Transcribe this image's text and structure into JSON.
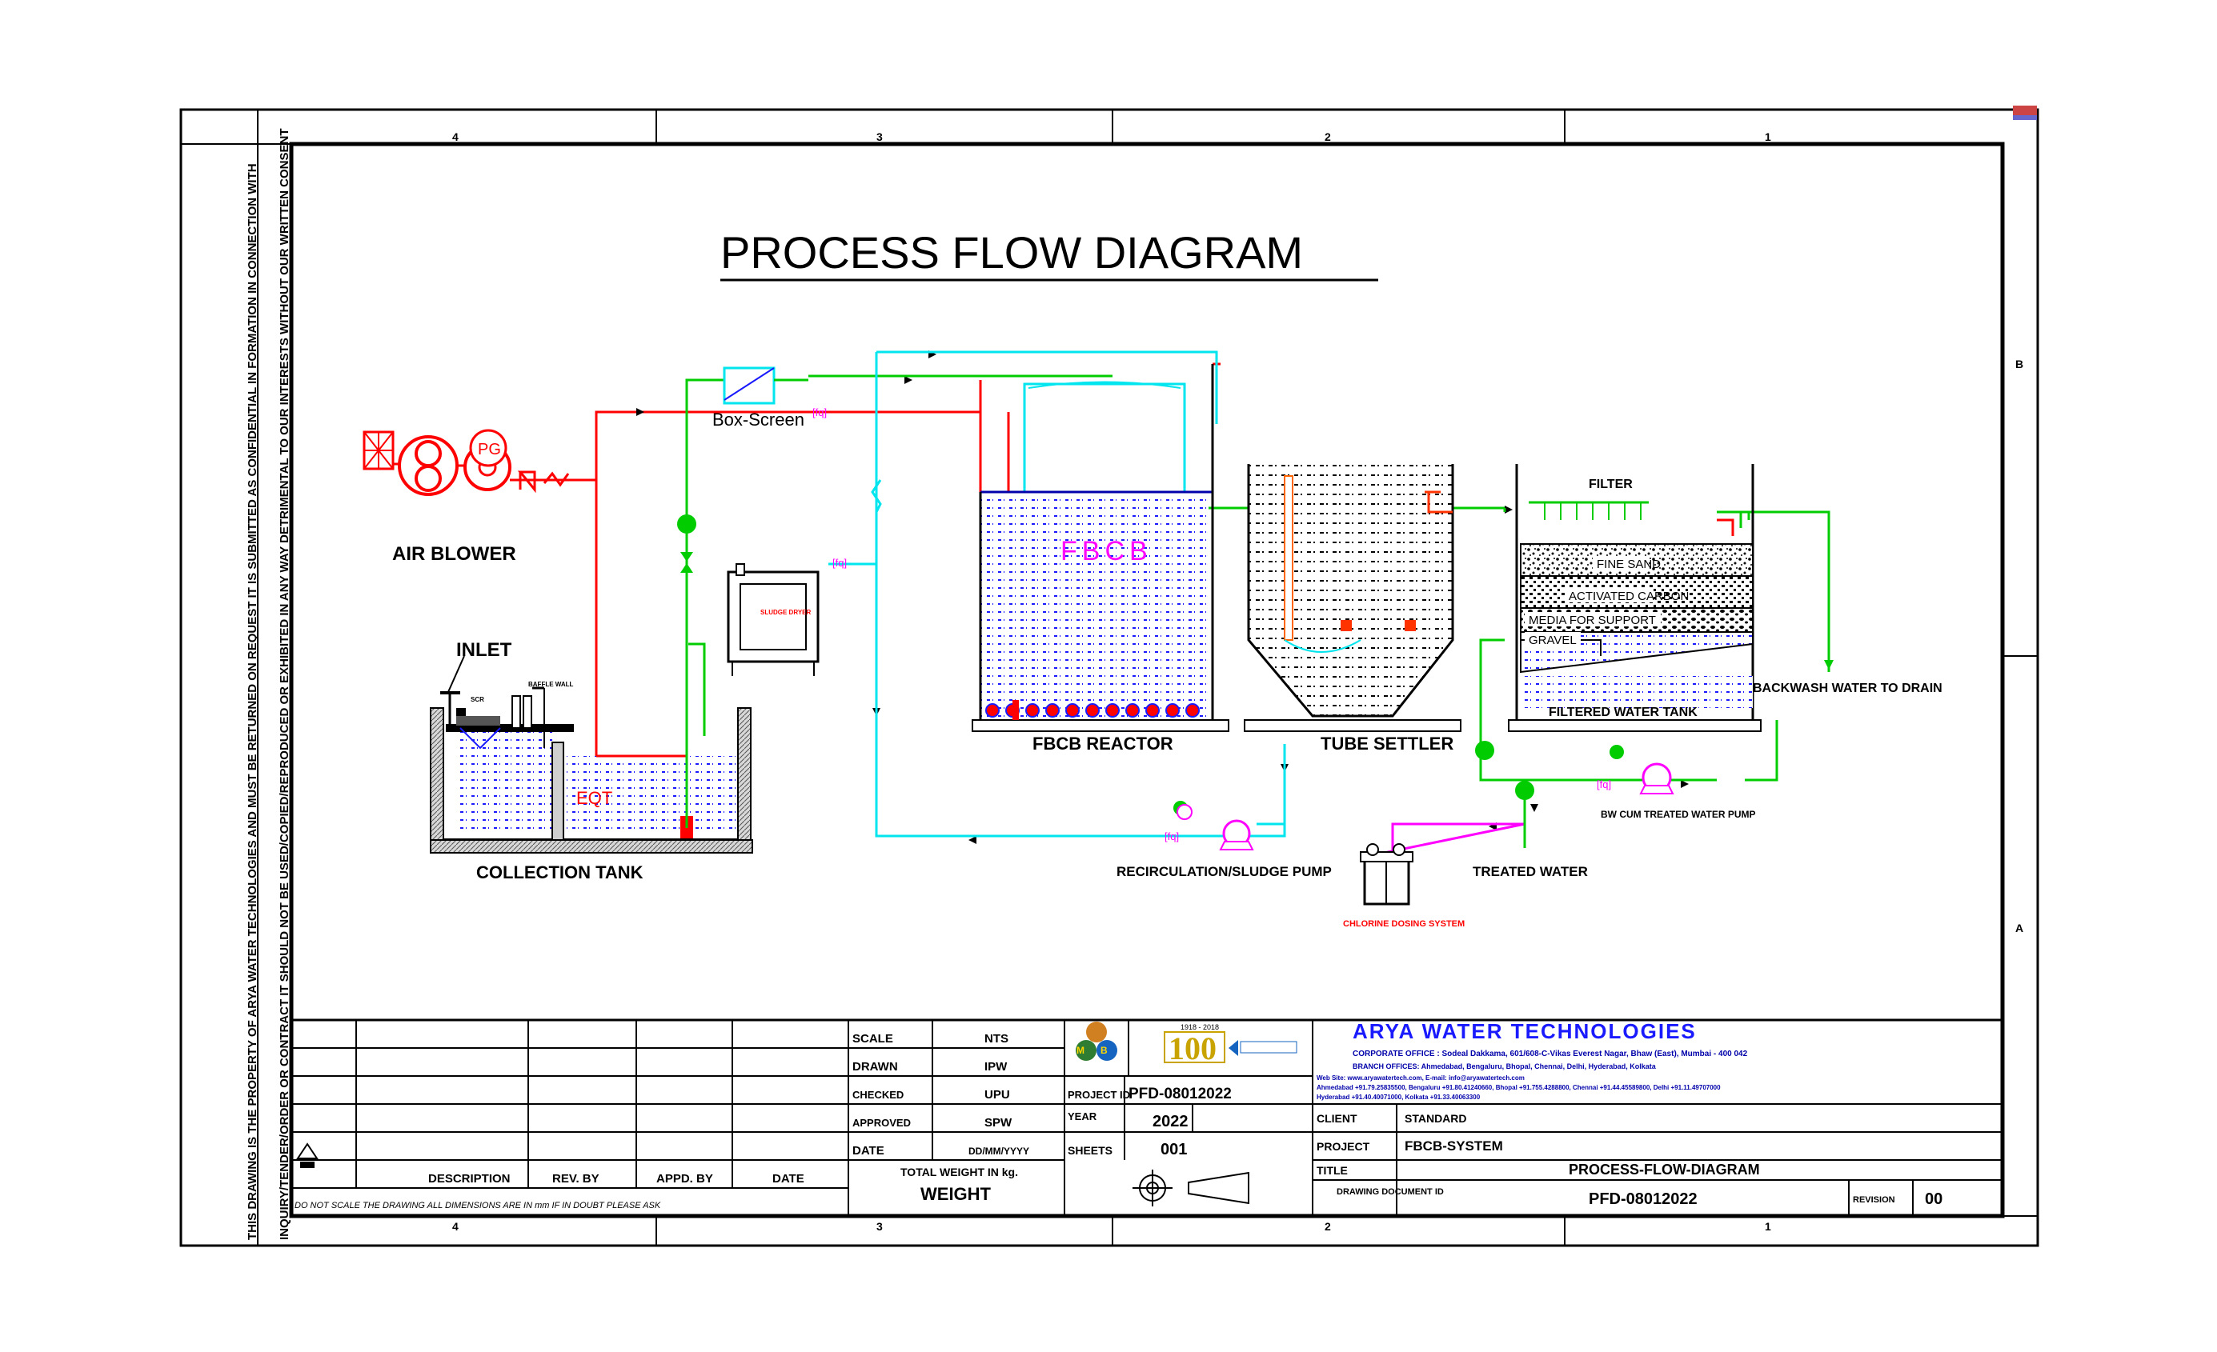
{
  "title": "PROCESS FLOW DIAGRAM",
  "border": {
    "zone_top": [
      "4",
      "3",
      "2",
      "1"
    ],
    "zone_bottom": [
      "4",
      "3",
      "2",
      "1"
    ],
    "zone_right": [
      "B",
      "A"
    ],
    "side_note_line1": "THIS DRAWING IS THE PROPERTY OF ARYA WATER TECHNOLOGIES AND MUST BE RETURNED ON REQUEST IT IS SUBMITTED AS CONFIDENTIAL IN FORMATION IN CONNECTION WITH",
    "side_note_line2": "INQUIRY/TENDER/ORDER OR CONTRACT IT SHOULD NOT BE USED/COPIED/REPRODUCED OR EXHIBITED IN ANY WAY DETRIMENTAL TO OUR INTERESTS WITHOUT OUR WRITTEN CONSENT"
  },
  "labels": {
    "air_blower": "AIR BLOWER",
    "pg": "PG",
    "box_screen": "Box-Screen",
    "inlet": "INLET",
    "collection_tank": "COLLECTION TANK",
    "eqt": "EQT",
    "scr": "SCR",
    "baffle_wall": "BAFFLE WALL",
    "fbcb": "FBCB",
    "fbcb_reactor": "FBCB REACTOR",
    "tube_settler": "TUBE SETTLER",
    "filter": "FILTER",
    "fine_sand": "FINE SAND",
    "activated_carbon": "ACTIVATED CARBON",
    "media_support": "MEDIA FOR SUPPORT",
    "gravel": "GRAVEL",
    "filtered_water_tank": "FILTERED WATER TANK",
    "backwash": "BACKWASH WATER TO DRAIN",
    "bw_pump": "BW CUM TREATED WATER PUMP",
    "recirculation_pump": "RECIRCULATION/SLUDGE PUMP",
    "treated_water": "TREATED WATER",
    "chlorine": "CHLORINE DOSING SYSTEM",
    "sludge_dryer": "SLUDGE DRYER",
    "fq": "[fq]"
  },
  "title_block": {
    "scale_label": "SCALE",
    "scale_value": "NTS",
    "drawn_label": "DRAWN",
    "drawn_value": "IPW",
    "checked_label": "CHECKED",
    "checked_value": "UPU",
    "approved_label": "APPROVED",
    "approved_value": "SPW",
    "date_label": "DATE",
    "date_value": "DD/MM/YYYY",
    "total_weight_label": "TOTAL WEIGHT IN kg.",
    "total_weight_value": "WEIGHT",
    "project_id_label": "PROJECT ID",
    "project_id_value": "PFD-08012022",
    "year_label": "YEAR",
    "year_value": "2022",
    "sheets_label": "SHEETS",
    "sheets_value": "001",
    "logo_years": "1918 - 2018",
    "logo_100": "100",
    "company": "ARYA WATER TECHNOLOGIES",
    "corporate": "CORPORATE OFFICE : Sodeal Dakkama, 601/608-C-Vikas Everest Nagar, Bhaw (East), Mumbai - 400 042",
    "branch": "BRANCH OFFICES: Ahmedabad, Bengaluru, Bhopal, Chennai, Delhi, Hyderabad, Kolkata",
    "contact_line1": "Web Site: www.aryawatertech.com, E-mail: info@aryawatertech.com",
    "contact_line2": "Ahmedabad +91.79.25835500, Bengaluru +91.80.41240660, Bhopal +91.755.4288800, Chennai +91.44.45589800, Delhi +91.11.49707000",
    "contact_line3": "Hyderabad +91.40.40071000, Kolkata +91.33.40063300",
    "client_label": "CLIENT",
    "client_value": "STANDARD",
    "project_label": "PROJECT",
    "project_value": "FBCB-SYSTEM",
    "title_label": "TITLE",
    "title_value": "PROCESS-FLOW-DIAGRAM",
    "drawing_doc_label": "DRAWING DOCUMENT ID",
    "drawing_doc_value": "PFD-08012022",
    "revision_label": "REVISION",
    "revision_value": "00",
    "rev_headers": [
      "DESCRIPTION",
      "REV. BY",
      "APPD. BY",
      "DATE"
    ],
    "note": "DO NOT SCALE THE DRAWING ALL DIMENSIONS ARE IN mm IF IN DOUBT PLEASE ASK"
  },
  "colors": {
    "red": "#ff0000",
    "green": "#00cc00",
    "cyan": "#00e5ee",
    "blue": "#1a1aff",
    "magenta": "#ff00ff",
    "navy": "#0000aa"
  }
}
